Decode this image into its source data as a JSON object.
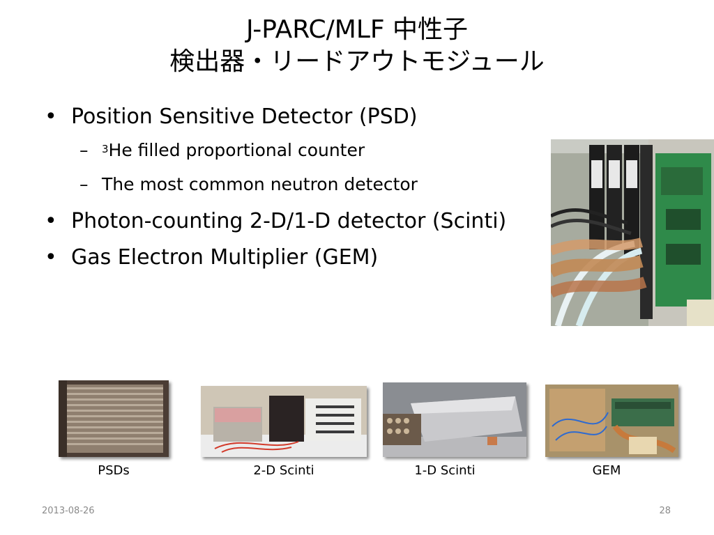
{
  "slide": {
    "title_line1": "J-PARC/MLF 中性子",
    "title_line2": "検出器・リードアウトモジュール",
    "bullets": [
      {
        "text": "Position Sensitive Detector (PSD)",
        "subs": [
          {
            "sup": "3",
            "text": "He filled proportional counter"
          },
          {
            "text": "The most common neutron detector"
          }
        ]
      },
      {
        "text": "Photon-counting 2-D/1-D detector (Scinti)"
      },
      {
        "text": "Gas Electron Multiplier (GEM)"
      }
    ],
    "bullet_symbol": "•",
    "dash_symbol": "–",
    "captions": [
      "PSDs",
      "2-D Scinti",
      "1-D Scinti",
      "GEM"
    ],
    "footer": {
      "date": "2013-08-26",
      "page": "28"
    }
  }
}
